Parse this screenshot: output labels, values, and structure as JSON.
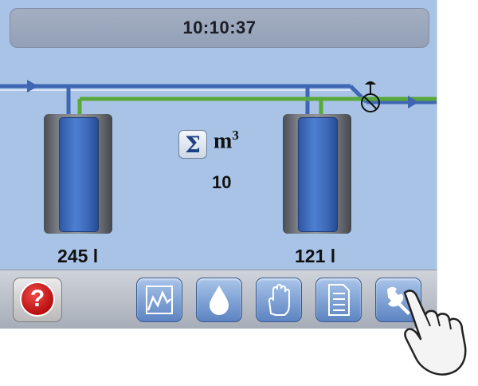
{
  "header": {
    "time": "10:10:37"
  },
  "tanks": [
    {
      "volume": "245 l"
    },
    {
      "volume": "121 l"
    }
  ],
  "totalizer": {
    "sigma": "Σ",
    "unit_base": "m",
    "unit_exp": "3",
    "value": "10"
  },
  "colors": {
    "screen_bg": "#a8c3e6",
    "pipe_blue": "#3f66b3",
    "pipe_green": "#58a93a",
    "tank_blue": "#3f6cbd"
  },
  "toolbar": {
    "buttons": [
      {
        "icon": "help-icon",
        "label": "?"
      },
      {
        "icon": "chart-icon"
      },
      {
        "icon": "water-drop-icon"
      },
      {
        "icon": "hand-icon"
      },
      {
        "icon": "document-icon"
      },
      {
        "icon": "wrench-icon"
      }
    ]
  }
}
